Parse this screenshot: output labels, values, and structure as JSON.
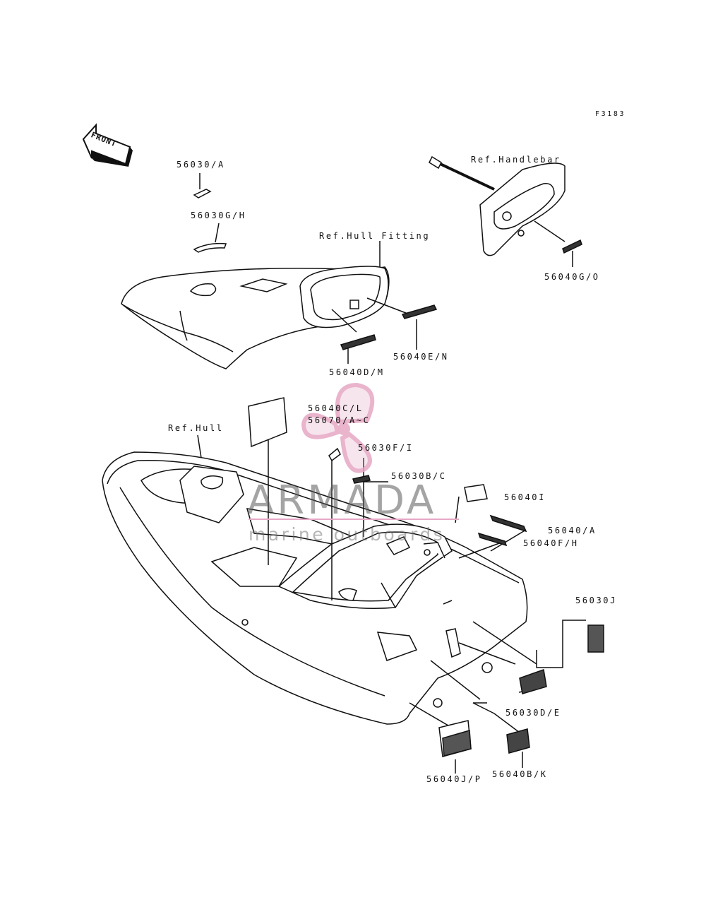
{
  "figure_code": "F3183",
  "front_label": "FRONT",
  "references": {
    "handlebar": "Ref.Handlebar",
    "hull_fitting": "Ref.Hull Fitting",
    "hull": "Ref.Hull"
  },
  "parts": {
    "p56030_a": "56030/A",
    "p56030_gh": "56030G/H",
    "p56040_go": "56040G/O",
    "p56040_en": "56040E/N",
    "p56040_dm": "56040D/M",
    "p56040_cl": "56040C/L",
    "p56070_ac": "56070/A~C",
    "p56030_fi": "56030F/I",
    "p56030_bc": "56030B/C",
    "p56040_i": "56040I",
    "p56040_a": "56040/A",
    "p56040_fh": "56040F/H",
    "p56030_j": "56030J",
    "p56030_de": "56030D/E",
    "p56040_jp": "56040J/P",
    "p56040_bk": "56040B/K"
  },
  "watermark": {
    "title": "ARMADA",
    "subtitle": "marine outboards",
    "color": "#e6a8c4"
  }
}
